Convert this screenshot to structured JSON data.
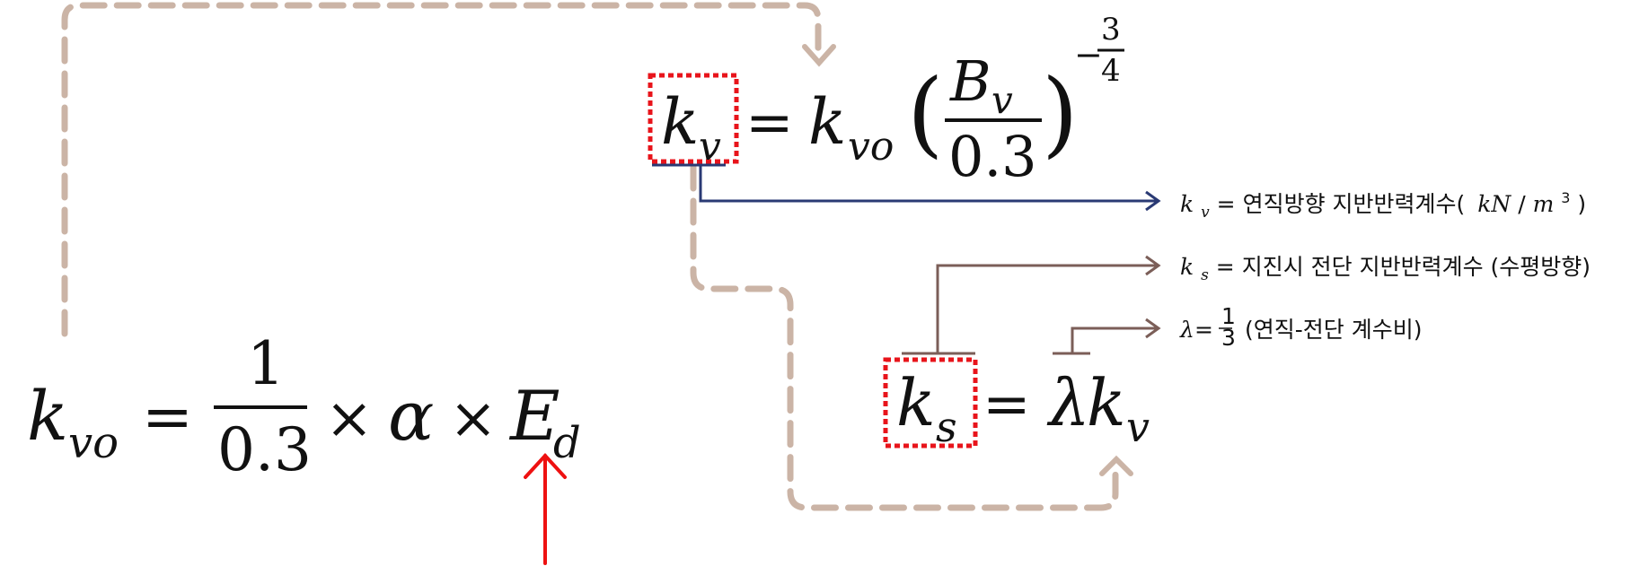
{
  "colors": {
    "dashed_link": "#cbb4a6",
    "dotted_box": "#e8141b",
    "navy_arrow": "#2a3a74",
    "brown_arrow": "#7b5e58",
    "red_arrow": "#ee1111",
    "text": "#111111"
  },
  "eq_kv": {
    "lhs_k": "k",
    "lhs_sub": "v",
    "equals": "=",
    "rhs_k": "k",
    "rhs_sub": "vo",
    "paren_open": "(",
    "frac_num_B": "B",
    "frac_num_sub": "v",
    "frac_den": "0.3",
    "paren_close": ")",
    "exp_sign": "−",
    "exp_num": "3",
    "exp_den": "4"
  },
  "eq_kvo": {
    "lhs_k": "k",
    "lhs_sub": "vo",
    "equals": "=",
    "frac_num": "1",
    "frac_den": "0.3",
    "times1": "×",
    "alpha": "α",
    "times2": "×",
    "E": "E",
    "E_sub": "d"
  },
  "eq_ks": {
    "lhs_k": "k",
    "lhs_sub": "s",
    "equals": "=",
    "lambda": "λ",
    "rhs_k": "k",
    "rhs_sub": "v"
  },
  "notes": {
    "kv": {
      "sym": "k",
      "sub": "v",
      "text": "= 연직방향 지반반력계수(",
      "unit_k": "kN",
      "unit_slash": "/",
      "unit_m": "m",
      "unit_exp": "3",
      "close": ")"
    },
    "ks": {
      "sym": "k",
      "sub": "s",
      "text": " = 지진시 전단 지반반력계수 (수평방향)"
    },
    "lambda": {
      "sym": "λ",
      "eq": "=",
      "frac_num": "1",
      "frac_den": "3",
      "text": "(연직-전단 계수비)"
    }
  }
}
